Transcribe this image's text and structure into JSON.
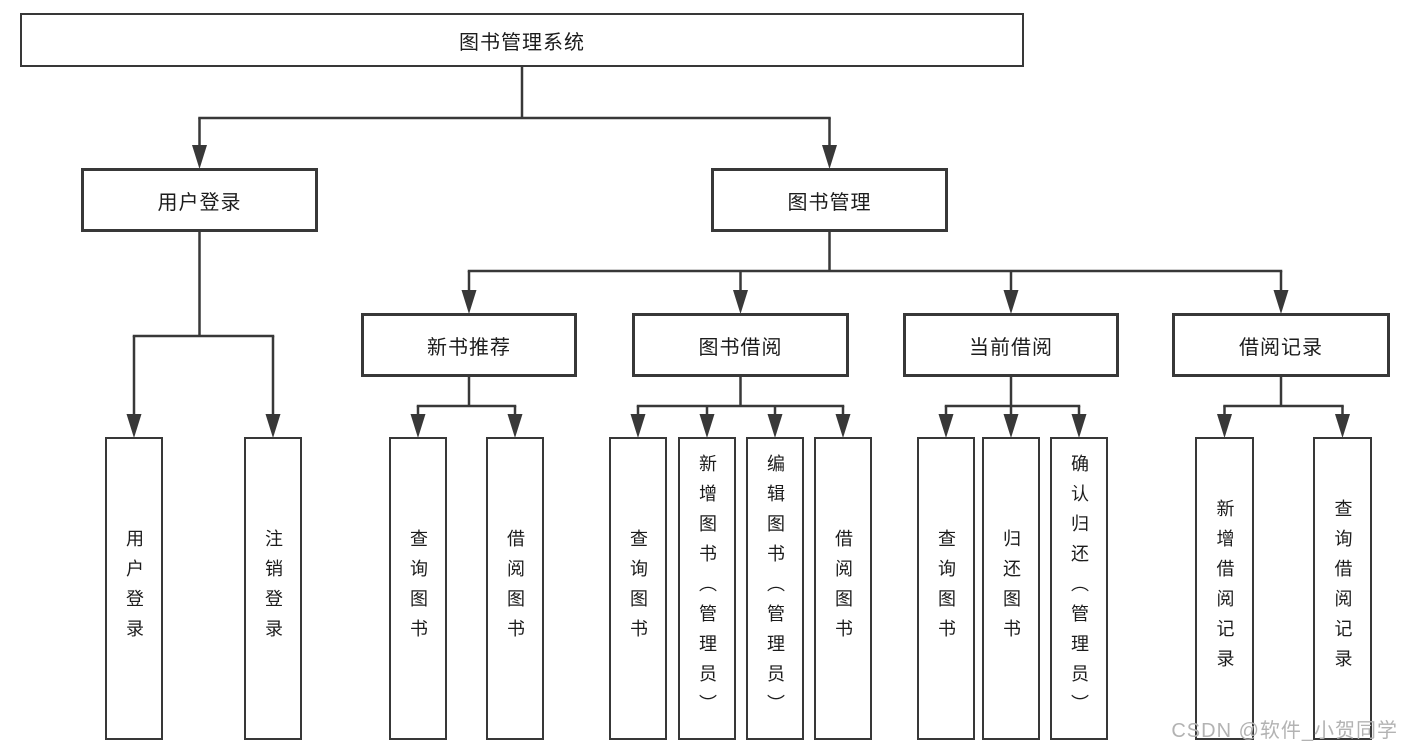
{
  "diagram": {
    "title": "图书管理系统",
    "watermark": "CSDN @软件_小贺同学",
    "colors": {
      "line": "#383838",
      "box_border": "#383838",
      "box_background": "#ffffff",
      "text": "#1c1c1c",
      "watermark": "#b3b3b3",
      "background": "#ffffff"
    },
    "tree": {
      "id": "root",
      "label": "图书管理系统",
      "children": [
        {
          "id": "user-login",
          "label": "用户登录",
          "children": [
            {
              "id": "login-leaf",
              "label": "用户登录",
              "children": []
            },
            {
              "id": "logout-leaf",
              "label": "注销登录",
              "children": []
            }
          ]
        },
        {
          "id": "book-mgmt",
          "label": "图书管理",
          "children": [
            {
              "id": "new-book-rec",
              "label": "新书推荐",
              "children": [
                {
                  "id": "nbr-query",
                  "label": "查询图书",
                  "children": []
                },
                {
                  "id": "nbr-borrow",
                  "label": "借阅图书",
                  "children": []
                }
              ]
            },
            {
              "id": "book-borrow",
              "label": "图书借阅",
              "children": [
                {
                  "id": "bb-query",
                  "label": "查询图书",
                  "children": []
                },
                {
                  "id": "bb-add",
                  "label": "新增图书（管理员）",
                  "children": []
                },
                {
                  "id": "bb-edit",
                  "label": "编辑图书（管理员）",
                  "children": []
                },
                {
                  "id": "bb-borrow",
                  "label": "借阅图书",
                  "children": []
                }
              ]
            },
            {
              "id": "current-borrow",
              "label": "当前借阅",
              "children": [
                {
                  "id": "cb-query",
                  "label": "查询图书",
                  "children": []
                },
                {
                  "id": "cb-return",
                  "label": "归还图书",
                  "children": []
                },
                {
                  "id": "cb-confirm",
                  "label": "确认归还（管理员）",
                  "children": []
                }
              ]
            },
            {
              "id": "borrow-records",
              "label": "借阅记录",
              "children": [
                {
                  "id": "br-add",
                  "label": "新增借阅记录",
                  "children": []
                },
                {
                  "id": "br-query",
                  "label": "查询借阅记录",
                  "children": []
                }
              ]
            }
          ]
        }
      ]
    }
  }
}
